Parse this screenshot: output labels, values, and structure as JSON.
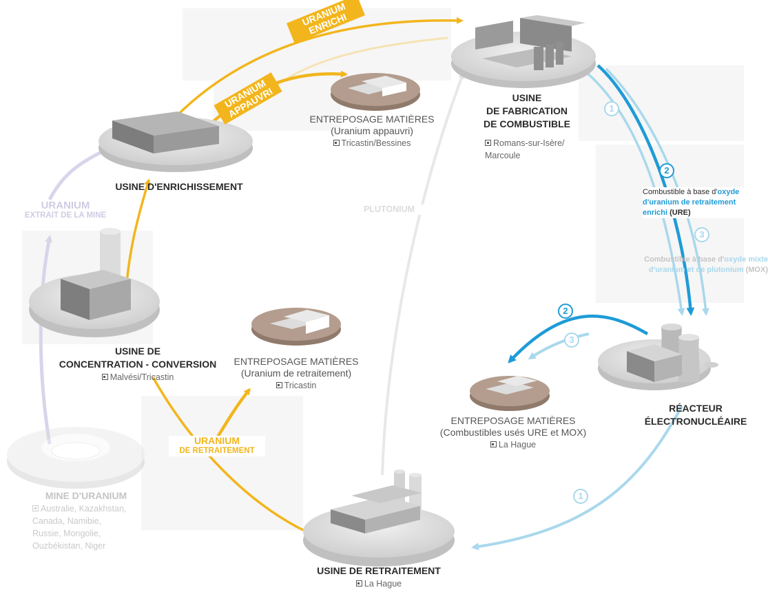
{
  "facilities": {
    "enrichment": {
      "title": "USINE D'ENRICHISSEMENT"
    },
    "fuel": {
      "title1": "USINE",
      "title2": "DE FABRICATION",
      "title3": "DE COMBUSTIBLE",
      "loc1": "Romans-sur-Isère/",
      "loc2": "Marcoule"
    },
    "storage_depleted": {
      "title": "ENTREPOSAGE MATIÈRES",
      "subtitle": "(Uranium appauvri)",
      "loc": "Tricastin/Bessines"
    },
    "conversion": {
      "title1": "USINE DE",
      "title2": "CONCENTRATION - CONVERSION",
      "loc": "Malvési/Tricastin"
    },
    "storage_repro": {
      "title": "ENTREPOSAGE MATIÈRES",
      "subtitle": "(Uranium de retraitement)",
      "loc": "Tricastin"
    },
    "storage_spent": {
      "title": "ENTREPOSAGE MATIÈRES",
      "subtitle": "(Combustibles usés URE et MOX)",
      "loc": "La Hague"
    },
    "reactor": {
      "title1": "RÉACTEUR",
      "title2": "ÉLECTRONUCLÉAIRE"
    },
    "mine": {
      "title": "MINE D'URANIUM",
      "loc1": "Australie, Kazakhstan,",
      "loc2": "Canada, Namibie,",
      "loc3": "Russie, Mongolie,",
      "loc4": "Ouzbékistan, Niger"
    },
    "reprocessing": {
      "title": "USINE DE RETRAITEMENT",
      "loc": "La Hague"
    }
  },
  "flows": {
    "enriched": {
      "line1": "URANIUM",
      "line2": "ENRICHI"
    },
    "depleted": {
      "line1": "URANIUM",
      "line2": "APPAUVRI"
    },
    "mined": {
      "line1": "URANIUM",
      "line2": "EXTRAIT DE LA MINE"
    },
    "plutonium": "PLUTONIUM",
    "repro_uranium": {
      "line1": "URANIUM",
      "line2": "DE RETRAITEMENT"
    }
  },
  "notes": {
    "ure": {
      "prefix": "Combustible à base d'",
      "hl1": "oxyde",
      "hl2": "d'uranium de retraitement",
      "hl3": "enrichi",
      "suffix": " (URE)"
    },
    "mox": {
      "prefix": "Combustible à base d'",
      "hl1": "oxyde mixte",
      "hl2": "d'uranium et de plutonium",
      "suffix": " (MOX)"
    }
  },
  "markers": {
    "one": "1",
    "two": "2",
    "three": "3"
  },
  "colors": {
    "yellow": "#f2b51c",
    "blue": "#1e9bd7",
    "light_blue": "#a9d8ec",
    "lavender": "#d9d4ea",
    "gray_arrow": "#e6e6e6",
    "storage_brown": "#a89080"
  }
}
